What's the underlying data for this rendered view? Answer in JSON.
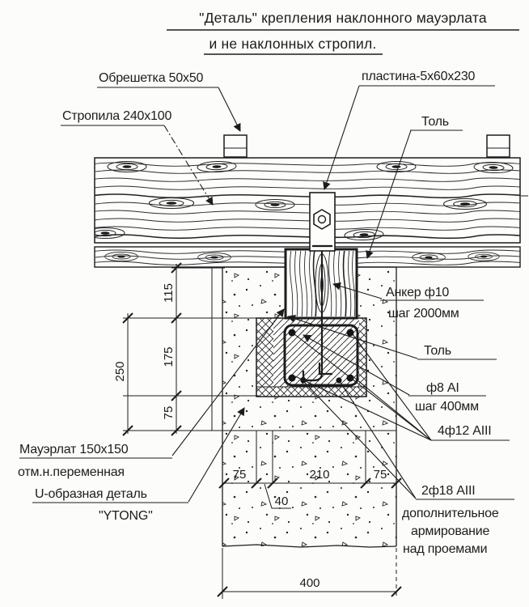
{
  "title": {
    "line1": "\"Деталь\" крепления наклонного  мауэрлата",
    "line2": "и не наклонных стропил."
  },
  "callouts": {
    "obreshetka": "Обрешетка 50x50",
    "stropila": "Стропила 240x100",
    "plastina": "пластина-5x60x230",
    "tol_upper": "Толь",
    "anker_line1": "Анкер ф10",
    "anker_line2": "шаг 2000мм",
    "tol_lower": "Толь",
    "f8_line1": "ф8 AI",
    "f8_line2": "шаг 400мм",
    "f12": "4ф12 AIII",
    "f18_line1": "2ф18 AIII",
    "f18_line2": "дополнительное",
    "f18_line3": "армирование",
    "f18_line4": "над проемами",
    "mauerlat_line1": "Мауэрлат 150x150",
    "mauerlat_line2": "отм.н.переменная",
    "u_detail_line1": "U-образная деталь",
    "u_detail_line2": "\"YTONG\""
  },
  "dims": {
    "v115": "115",
    "v175": "175",
    "v75": "75",
    "v250": "250",
    "h75_left": "75",
    "h210": "210",
    "h75_right": "75",
    "h40": "40",
    "h400": "400"
  },
  "colors": {
    "ink": "#1c1c1c",
    "paper": "#fcfcfa"
  }
}
